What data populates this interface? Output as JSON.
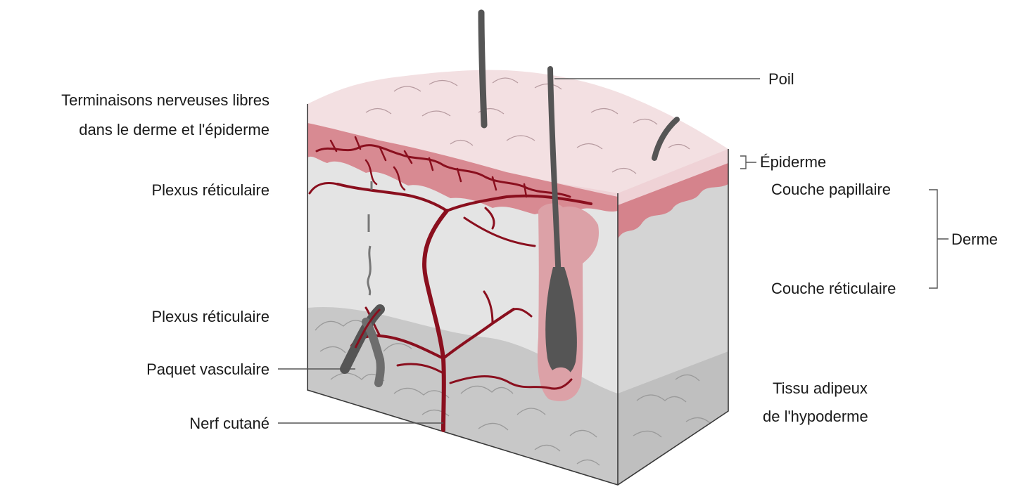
{
  "labels": {
    "terminaisons_line1": "Terminaisons nerveuses libres",
    "terminaisons_line2": "dans le derme et l'épiderme",
    "plexus_reticulaire_top": "Plexus réticulaire",
    "plexus_reticulaire_bottom": "Plexus réticulaire",
    "paquet_vasculaire": "Paquet vasculaire",
    "nerf_cutane": "Nerf cutané",
    "poil": "Poil",
    "epiderme": "Épiderme",
    "couche_papillaire": "Couche papillaire",
    "derme": "Derme",
    "couche_reticulaire": "Couche réticulaire",
    "tissu_adipeux_line1": "Tissu adipeux",
    "tissu_adipeux_line2": "de l'hypoderme"
  },
  "colors": {
    "epidermis": "#f3dde0",
    "papillary_layer": "#d98a91",
    "dermis_front": "#e6e6e6",
    "dermis_side": "#d6d6d6",
    "hypodermis": "#c9c9c9",
    "vessels": "#8a0f1e",
    "hair": "#555555",
    "nerve_bundle": "#666666"
  }
}
